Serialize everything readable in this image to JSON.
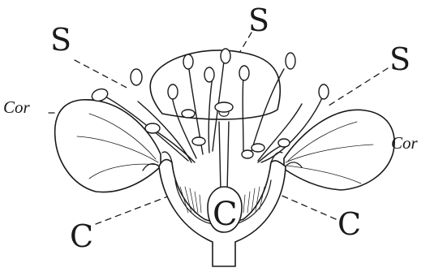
{
  "figure": {
    "labels": {
      "stamen_left": "S",
      "stamen_top": "S",
      "stamen_right": "S",
      "corolla_left": "Cor",
      "corolla_right": "Cor",
      "calyx_left": "C",
      "calyx_right": "C",
      "center": "C"
    },
    "colors": {
      "ink": "#1a1a1a",
      "paper": "#ffffff"
    }
  }
}
